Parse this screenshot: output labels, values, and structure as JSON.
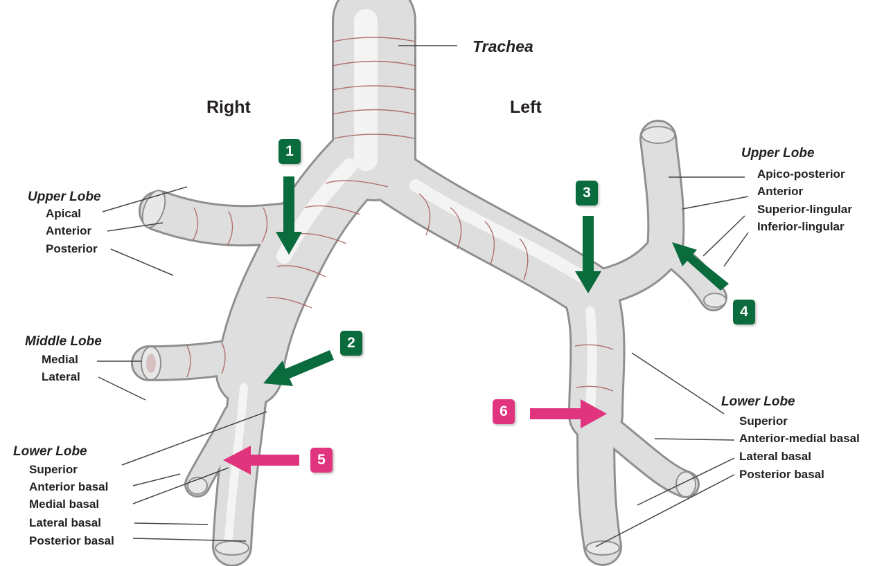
{
  "colors": {
    "green": "#0a6b3d",
    "pink": "#e0347f",
    "airway": "#dcdcdc",
    "ring_line": "#a85b5b",
    "leader": "#444444"
  },
  "trachea": {
    "label": "Trachea"
  },
  "sides": {
    "right": "Right",
    "left": "Left"
  },
  "right_lung": {
    "upper": {
      "heading": "Upper Lobe",
      "segments": [
        "Apical",
        "Anterior",
        "Posterior"
      ]
    },
    "middle": {
      "heading": "Middle Lobe",
      "segments": [
        "Medial",
        "Lateral"
      ]
    },
    "lower": {
      "heading": "Lower Lobe",
      "segments": [
        "Superior",
        "Anterior basal",
        "Medial basal",
        "Lateral basal",
        "Posterior basal"
      ]
    }
  },
  "left_lung": {
    "upper": {
      "heading": "Upper Lobe",
      "segments": [
        "Apico-posterior",
        "Anterior",
        "Superior-lingular",
        "Inferior-lingular"
      ]
    },
    "lower": {
      "heading": "Lower Lobe",
      "segments": [
        "Superior",
        "Anterior-medial basal",
        "Lateral basal",
        "Posterior basal"
      ]
    }
  },
  "markers": [
    {
      "number": "1",
      "color": "green"
    },
    {
      "number": "2",
      "color": "green"
    },
    {
      "number": "3",
      "color": "green"
    },
    {
      "number": "4",
      "color": "green"
    },
    {
      "number": "5",
      "color": "pink"
    },
    {
      "number": "6",
      "color": "pink"
    }
  ]
}
